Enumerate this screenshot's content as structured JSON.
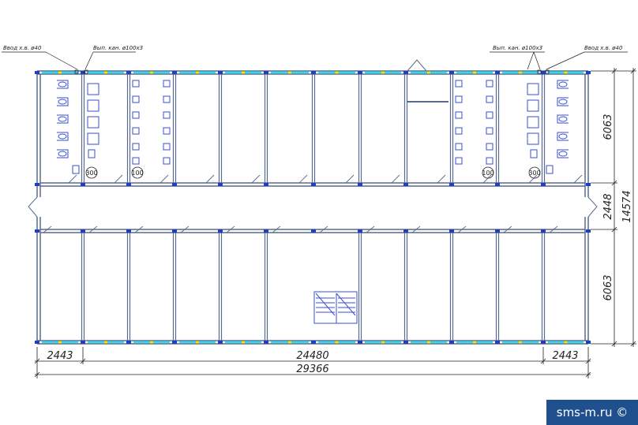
{
  "notes": {
    "water_in_left": "Ввод х.в. ø40",
    "drain_left": "Вып. кан. ø100х3",
    "drain_right": "Вып. кан. ø100х3",
    "water_in_right": "Ввод х.в. ø40"
  },
  "tags": {
    "t1": "300",
    "t2": "100",
    "t3": "100",
    "t4": "300"
  },
  "dimensions": {
    "bottom_left": "2443",
    "bottom_middle": "24480",
    "bottom_right": "2443",
    "total_width": "29366",
    "right_top": "6063",
    "right_corridor": "2448",
    "right_bottom": "6063",
    "total_height": "14574"
  },
  "watermark": "sms-m.ru ©",
  "colors": {
    "wall": "#5a6a8a",
    "window": "#3fd4e8",
    "column": "#1e3fbf",
    "fixture": "#3a4fd6",
    "accent": "#ffe000"
  }
}
